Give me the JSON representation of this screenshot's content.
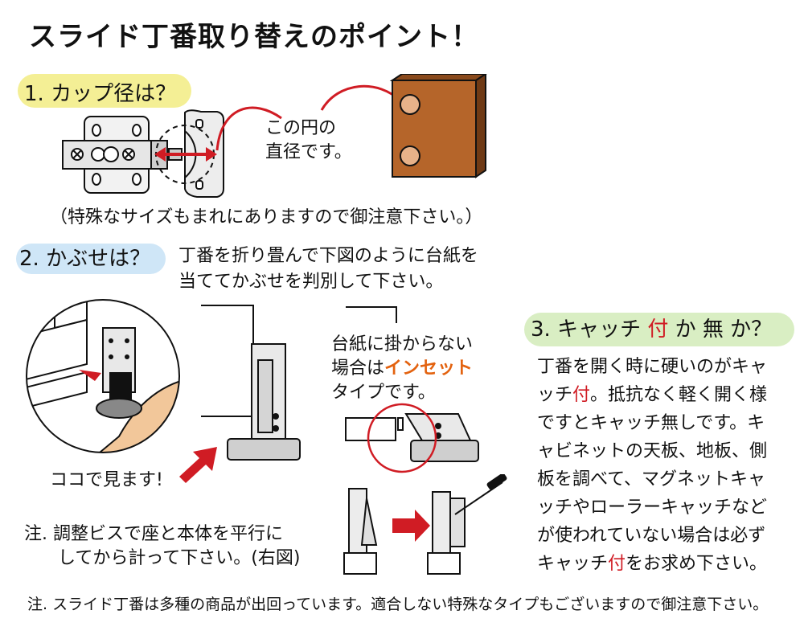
{
  "title": "スライド丁番取り替えのポイント！",
  "section1": {
    "heading": "1. カップ径は？",
    "callout_line1": "この円の",
    "callout_line2": "直径です。",
    "note": "（特殊なサイズもまれにありますので御注意下さい。）"
  },
  "section2": {
    "heading": "2. かぶせは？",
    "desc_line1": "丁番を折り畳んで下図のように台紙を",
    "desc_line2": "当ててかぶせを判別して下さい。",
    "look_here": "ココで見ます!",
    "inset_line1": "台紙に掛からない",
    "inset_line2_prefix": "場合は",
    "inset_line2_highlight": "インセット",
    "inset_line3": "タイプです。",
    "note_line1": "注.  調整ビスで座と本体を平行に",
    "note_line2": "してから計って下さい。(右図)"
  },
  "section3": {
    "heading_prefix": "3. キャッチ ",
    "heading_red": "付",
    "heading_suffix": " か 無 か？",
    "lines": [
      {
        "text": "丁番を開く時に硬いのがキャ"
      },
      {
        "pre": "ッチ",
        "red": "付",
        "post": "。抵抗なく軽く開く様"
      },
      {
        "text": "ですとキャッチ無しです。キ"
      },
      {
        "text": "ャビネットの天板、地板、側"
      },
      {
        "text": "板を調べて、マグネットキャ"
      },
      {
        "text": "ッチやローラーキャッチなど"
      },
      {
        "text": "が使われていない場合は必ず"
      },
      {
        "pre": "キャッチ",
        "red": "付",
        "post": "をお求め下さい。"
      }
    ]
  },
  "footer_note": "注.  スライド丁番は多種の商品が出回っています。適合しない特殊なタイプもございますので御注意下さい。",
  "colors": {
    "accent_red": "#d01c24",
    "inset_orange": "#e3620f",
    "wood_brown": "#b5652a",
    "heading1_bg": "#f4ef95",
    "heading2_bg": "#cfe6f7",
    "heading3_bg": "#d9eec3"
  }
}
